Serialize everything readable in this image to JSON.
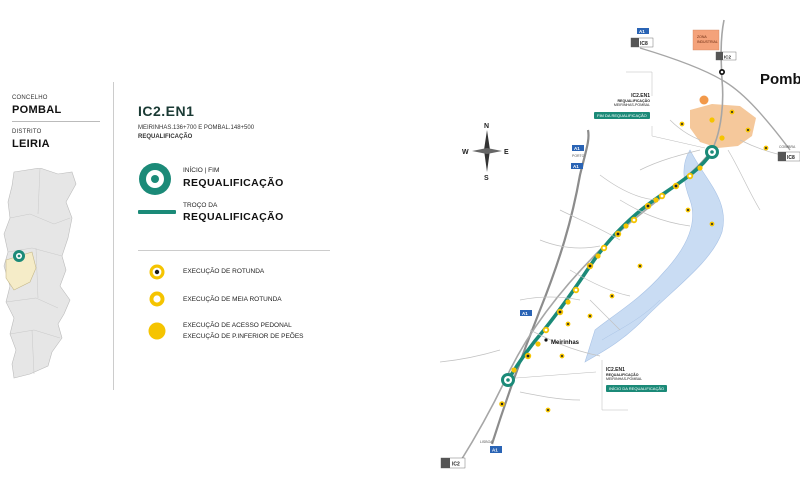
{
  "left_panel": {
    "concelho_label": "CONCELHO",
    "concelho_value": "POMBAL",
    "distrito_label": "DISTRITO",
    "distrito_value": "LEIRIA"
  },
  "legend": {
    "title": "IC2.EN1",
    "subtitle": "MEIRINHAS.136+700 E POMBAL.148+500",
    "subtitle2": "REQUALIFICAÇÃO",
    "inicio_small": "INÍCIO | FIM",
    "inicio_big": "REQUALIFICAÇÃO",
    "troco_small": "TROÇO DA",
    "troco_big": "REQUALIFICAÇÃO",
    "rotunda": "EXECUÇÃO DE ROTUNDA",
    "meia_rotunda": "EXECUÇÃO DE MEIA ROTUNDA",
    "acesso_1": "EXECUÇÃO DE ACESSO PEDONAL",
    "acesso_2": "EXECUÇÃO DE P.INFERIOR DE PEÕES"
  },
  "colors": {
    "accent": "#1b8a78",
    "yellow": "#f5c400",
    "orange_zone": "#f2b57a",
    "river": "#c9dcf3",
    "road_grey": "#8c8c8c"
  },
  "map": {
    "compass": {
      "n": "N",
      "s": "S",
      "e": "E",
      "w": "W"
    },
    "city_label": "Pomb",
    "place_meirinhas": "Meirinhas",
    "zona_industrial_1": "ZONA",
    "zona_industrial_2": "INDUSTRIAL",
    "callout_top": {
      "title": "IC2.EN1",
      "line1": "REQUALIFICAÇÃO",
      "line2": "MEIRINHAS-POMBAL",
      "tag": "FIM DA REQUALIFICAÇÃO"
    },
    "callout_bottom": {
      "title": "IC2.EN1",
      "line1": "REQUALIFICAÇÃO",
      "line2": "MEIRINHAS-POMBAL",
      "tag": "INÍCIO DA REQUALIFICAÇÃO"
    },
    "badges": {
      "a1_top": "A1",
      "ic8_top": "IC8",
      "ic2_top": "IC2",
      "a1_porto": "A1",
      "porto": "PORTO",
      "a1_mid": "A1",
      "a1_lower": "A1",
      "a1_bottom": "A1",
      "ic2_bottom": "IC2",
      "lisboa": "LISBOA",
      "ic8_right": "IC8",
      "coimbra": "COIMBRA"
    }
  }
}
